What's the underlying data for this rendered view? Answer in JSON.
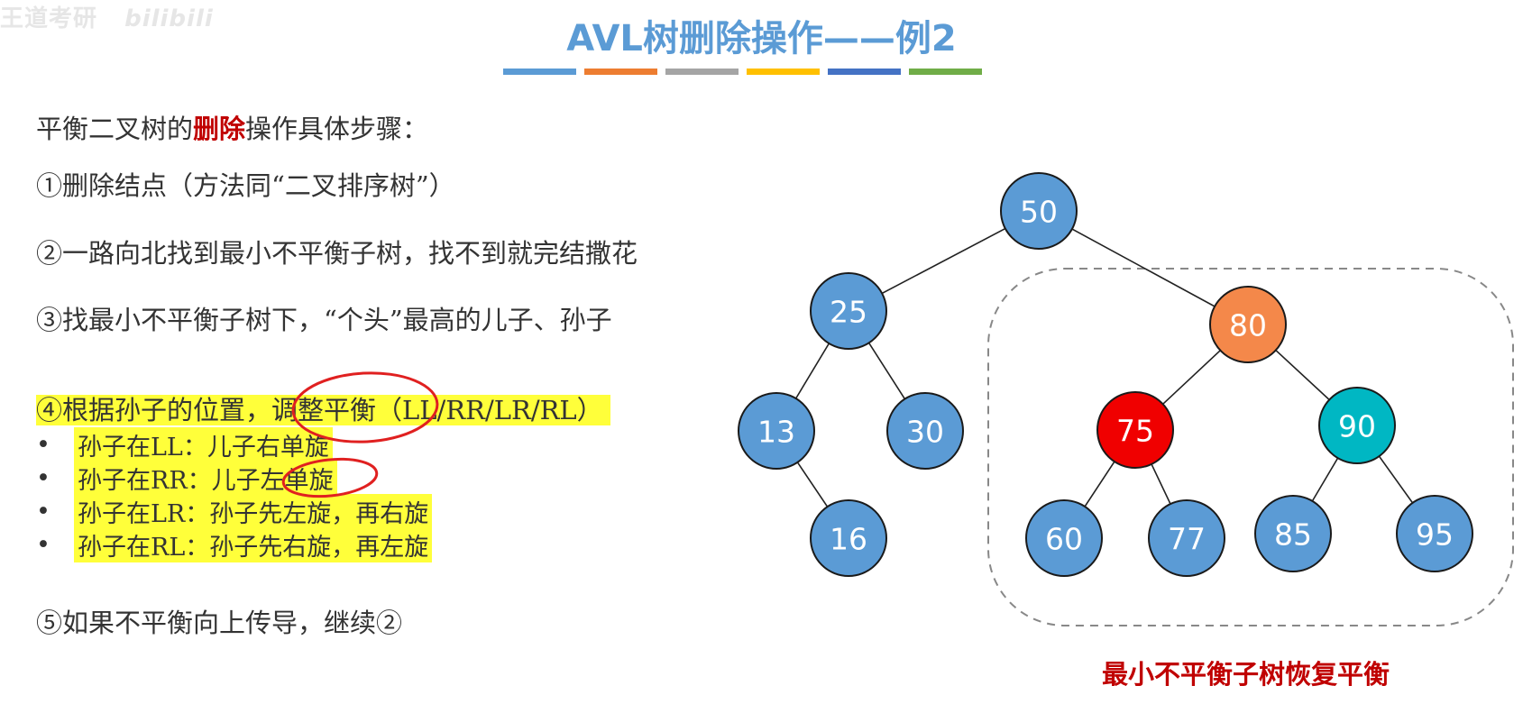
{
  "watermark": {
    "text": "王道考研",
    "logo": "bilibili"
  },
  "title": "AVL树删除操作——例2",
  "colors": {
    "strip": [
      "#5b9bd5",
      "#ed7d31",
      "#a5a5a5",
      "#ffc000",
      "#4472c4",
      "#70ad47"
    ],
    "node_default": "#5b9bd5",
    "node_80": "#f4884a",
    "node_75": "#f00000",
    "node_90": "#00b7c3",
    "highlight": "#ffff3a",
    "accent_red": "#c00000"
  },
  "intro": {
    "prefix": "平衡二叉树的",
    "highlight": "删除",
    "suffix": "操作具体步骤："
  },
  "steps": {
    "s1": "①删除结点（方法同“二叉排序树”）",
    "s2": "②一路向北找到最小不平衡子树，找不到就完结撒花",
    "s3": "③找最小不平衡子树下，“个头”最高的儿子、孙子",
    "s4": "④根据孙子的位置，调整平衡（LL/RR/LR/RL）",
    "s5": "⑤如果不平衡向上传导，继续②"
  },
  "bullets": [
    "孙子在LL：儿子右单旋",
    "孙子在RR：儿子左单旋",
    "孙子在LR：孙子先左旋，再右旋",
    "孙子在RL：孙子先右旋，再左旋"
  ],
  "tree": {
    "nodes": [
      {
        "id": "n50",
        "label": "50",
        "color": "default"
      },
      {
        "id": "n25",
        "label": "25",
        "color": "default"
      },
      {
        "id": "n80",
        "label": "80",
        "color": "node_80"
      },
      {
        "id": "n13",
        "label": "13",
        "color": "default"
      },
      {
        "id": "n30",
        "label": "30",
        "color": "default"
      },
      {
        "id": "n16",
        "label": "16",
        "color": "default"
      },
      {
        "id": "n75",
        "label": "75",
        "color": "node_75"
      },
      {
        "id": "n90",
        "label": "90",
        "color": "node_90"
      },
      {
        "id": "n60",
        "label": "60",
        "color": "default"
      },
      {
        "id": "n77",
        "label": "77",
        "color": "default"
      },
      {
        "id": "n85",
        "label": "85",
        "color": "default"
      },
      {
        "id": "n95",
        "label": "95",
        "color": "default"
      }
    ],
    "edges": [
      [
        "n50",
        "n25"
      ],
      [
        "n50",
        "n80"
      ],
      [
        "n25",
        "n13"
      ],
      [
        "n25",
        "n30"
      ],
      [
        "n13",
        "n16"
      ],
      [
        "n80",
        "n75"
      ],
      [
        "n80",
        "n90"
      ],
      [
        "n75",
        "n60"
      ],
      [
        "n75",
        "n77"
      ],
      [
        "n90",
        "n85"
      ],
      [
        "n90",
        "n95"
      ]
    ]
  },
  "caption": "最小不平衡子树恢复平衡"
}
